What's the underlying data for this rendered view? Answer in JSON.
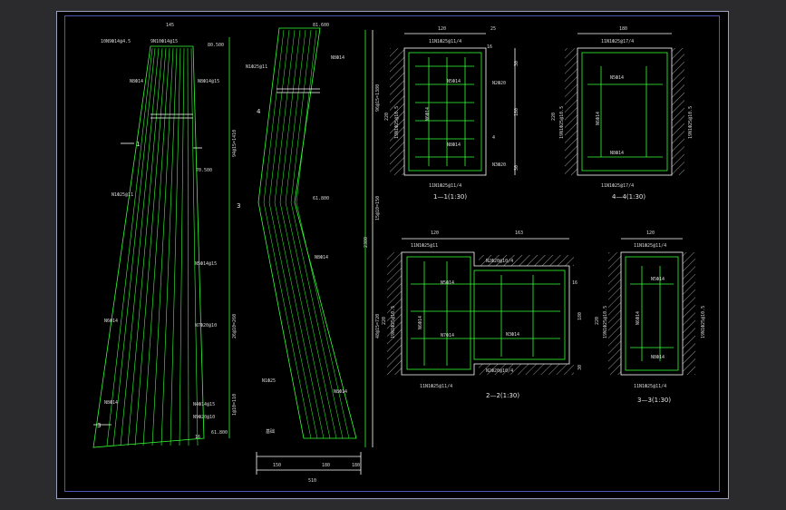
{
  "section_titles": {
    "s11": "1—1(1:30)",
    "s44": "4—4(1:30)",
    "s22": "2—2(1:30)",
    "s33": "3—3(1:30)"
  },
  "colors": {
    "background": "#000000",
    "rebar": "#34ff34",
    "outline": "#ffffff",
    "frame": "#4c5ab0"
  },
  "elevation_a": {
    "dim_top": "145",
    "rebar_top": "10N9Ф14@4.5",
    "rebar_top2": "9N10Ф14@15",
    "level_top": "80.500",
    "n8_top": "N8Ф14@15",
    "n8_left": "N8Ф14",
    "section_1": "1",
    "level_mid": "70.500",
    "n1": "N1Ф25@11",
    "dim_right_1": "94@15=1410",
    "n5": "N5Ф14@15",
    "n6": "N6Ф14",
    "n7": "N7Ф20@10",
    "dim_right_2": "26@10=260",
    "n8_low": "N8Ф14",
    "n4": "N4Ф14@15",
    "n9": "N9Ф20@10",
    "dim_right_3": "1@10=110",
    "level_bottom": "61.800",
    "dim_bottom": "16",
    "section_3": "3"
  },
  "elevation_b": {
    "level_top": "81.600",
    "n1": "N1Ф25@11",
    "n8": "N8Ф14",
    "dim_right_1": "96@15=1380",
    "section_4": "4",
    "level_mid": "61.800",
    "section_3": "3",
    "dim_right_2": "15@10=150",
    "total_height": "2380",
    "n8_mid": "N8Ф14",
    "dim_right_3": "48@15=720",
    "n1_low": "N1Ф25",
    "n8_low": "N8Ф14",
    "dim_left_bottom": "150",
    "dim_mid_bottom": "180",
    "dim_right_bottom": "180",
    "dim_total_bottom": "510",
    "note": "基础"
  },
  "section_11": {
    "width": "120",
    "side": "25",
    "height": "220",
    "top_rebar": "11N1Ф25@11/4",
    "bottom_rebar": "11N1Ф25@11/4",
    "left_rebar": "19N1Ф25@10.5",
    "n5": "N5Ф14",
    "n6": "N6Ф14",
    "n2": "N2Ф20",
    "n3": "N3Ф20",
    "n8": "N8Ф14",
    "dims": [
      "16",
      "30",
      "180",
      "30"
    ],
    "sep": "4"
  },
  "section_44": {
    "width": "180",
    "height": "220",
    "top_rebar": "11N1Ф25@17/4",
    "bottom_rebar": "11N1Ф25@17/4",
    "left_rebar": "19N1Ф25@10.5",
    "right_rebar": "19N1Ф25@10.5",
    "n5": "N5Ф14",
    "n6": "N6Ф14",
    "n8": "N8Ф14"
  },
  "section_22": {
    "width_left": "120",
    "width_right": "163",
    "height": "220",
    "top_rebar": "11N1Ф25@11",
    "bottom_rebar": "11N1Ф25@11/4",
    "left_rebar": "19N1Ф25@10.5",
    "n2": "N2Ф20@10/4",
    "n2b": "N2Ф20@10/4",
    "n3": "N3Ф14",
    "n5": "N5Ф14",
    "n6": "N6Ф14",
    "n7": "N7Ф14",
    "dims": [
      "16",
      "180",
      "30"
    ]
  },
  "section_33": {
    "width": "120",
    "height": "220",
    "top_rebar": "11N1Ф25@11/4",
    "bottom_rebar": "11N1Ф25@11/4",
    "left_rebar": "19N1Ф25@10.5",
    "right_rebar": "19N1Ф25@10.5",
    "n5": "N5Ф14",
    "n6": "N6Ф14",
    "n8": "N8Ф14"
  }
}
